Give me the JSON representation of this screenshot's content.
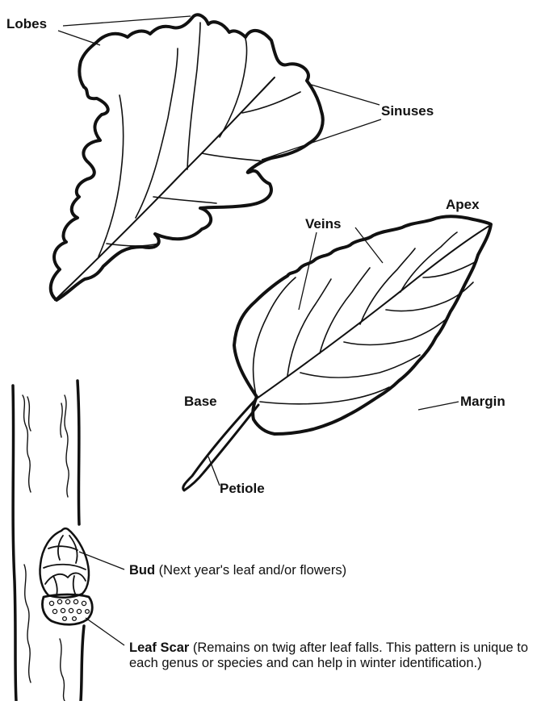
{
  "oak_leaf": {
    "lobes_label": "Lobes",
    "sinuses_label": "Sinuses"
  },
  "simple_leaf": {
    "apex_label": "Apex",
    "veins_label": "Veins",
    "base_label": "Base",
    "margin_label": "Margin",
    "petiole_label": "Petiole"
  },
  "twig": {
    "bud_label": "Bud",
    "bud_note": "(Next year's leaf and/or flowers)",
    "leaf_scar_label": "Leaf Scar",
    "leaf_scar_note": "(Remains on twig after leaf falls. This pattern is unique to each genus or species and can help in winter identification.)"
  },
  "colors": {
    "ink": "#111111",
    "background": "#ffffff"
  }
}
